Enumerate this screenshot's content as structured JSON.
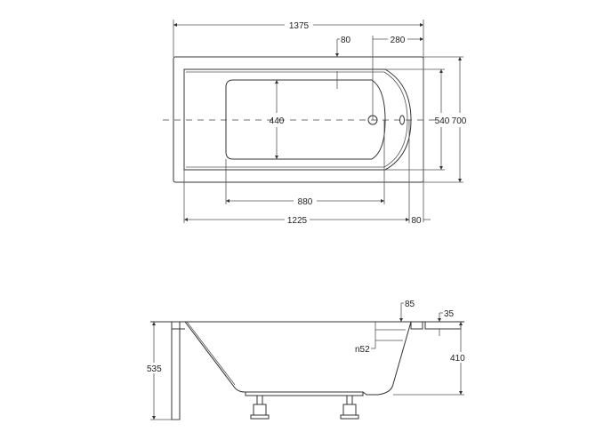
{
  "top_view": {
    "dimensions": {
      "overall_length": "1375",
      "rim_offset_top": "80",
      "drain_offset": "280",
      "basin_width": "440",
      "inner_width": "540",
      "overall_width": "700",
      "basin_length": "880",
      "inner_length": "1225",
      "rim_offset_right": "80"
    }
  },
  "side_view": {
    "dimensions": {
      "overflow_offset": "85",
      "rim_thickness": "35",
      "overflow_diameter": "n52",
      "depth": "410",
      "total_height": "535"
    }
  },
  "colors": {
    "line": "#333333",
    "background": "#ffffff"
  }
}
